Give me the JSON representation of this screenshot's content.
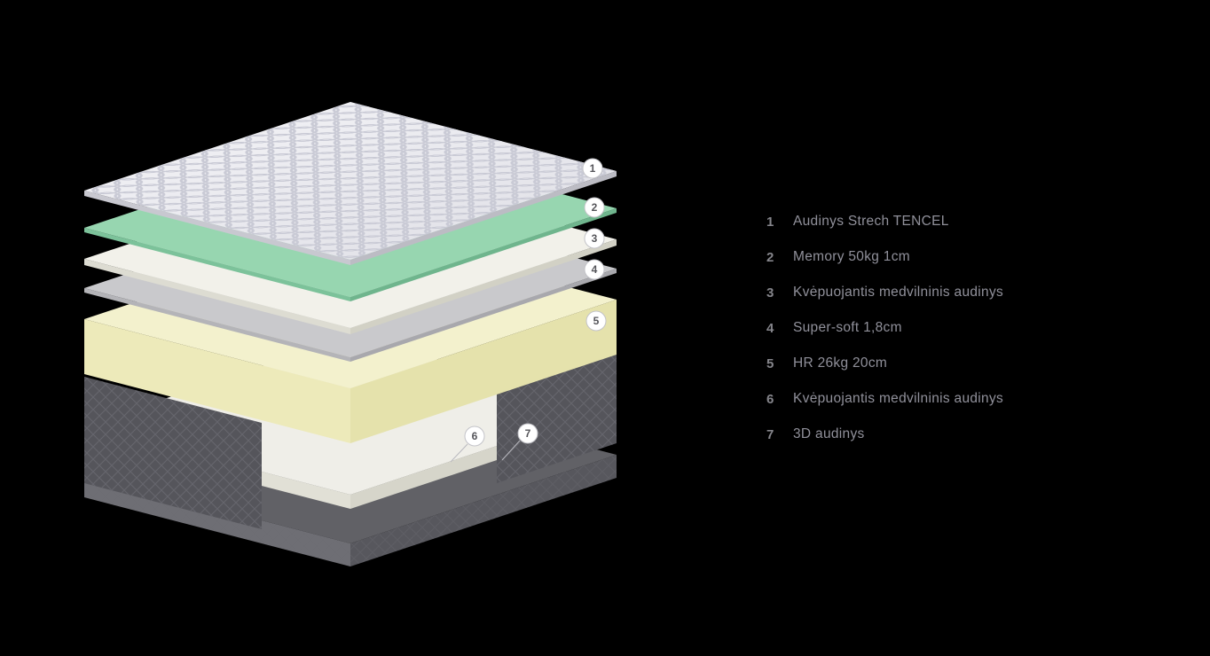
{
  "title": "Mattress layers exploded diagram",
  "colors": {
    "background": "#000000",
    "marker_fill": "#ffffff",
    "marker_text": "#55555a",
    "layer1_top_light": "#f5f5f8",
    "layer1_top_dark": "#dedee5",
    "layer1_side": "#c8c8d0",
    "layer1_side2": "#bcbcc4",
    "layer2_top": "#97d6b0",
    "layer2_side": "#7cc29a",
    "layer2_side2": "#6fb58d",
    "layer3_top": "#f2f1ea",
    "layer3_side": "#dddcd2",
    "layer3_side2": "#d2d1c5",
    "layer4_top": "#c9c9cc",
    "layer4_side": "#b4b4b8",
    "layer4_side2": "#a8a8ad",
    "layer5_top": "#f3f1cd",
    "layer5_left": "#edeaba",
    "layer5_right": "#e5e2ac",
    "layer6_top": "#efeee8",
    "layer6_left": "#e1e0d6",
    "layer6_right": "#d6d5ca",
    "layer7_top": "#616166",
    "layer7_left": "#6e6e74",
    "layer7_right": "#57575d",
    "panel_fill": "#55555b"
  },
  "legend": {
    "items": [
      {
        "number": "1",
        "label": "Audinys Strech TENCEL"
      },
      {
        "number": "2",
        "label": "Memory 50kg 1cm"
      },
      {
        "number": "3",
        "label": "Kvėpuojantis medvilninis audinys"
      },
      {
        "number": "4",
        "label": "Super-soft 1,8cm"
      },
      {
        "number": "5",
        "label": "HR 26kg 20cm"
      },
      {
        "number": "6",
        "label": "Kvėpuojantis medvilninis audinys"
      },
      {
        "number": "7",
        "label": "3D audinys"
      }
    ]
  },
  "diagram": {
    "markers": [
      {
        "number": "1"
      },
      {
        "number": "2"
      },
      {
        "number": "3"
      },
      {
        "number": "4"
      },
      {
        "number": "5"
      },
      {
        "number": "6"
      },
      {
        "number": "7"
      }
    ]
  }
}
